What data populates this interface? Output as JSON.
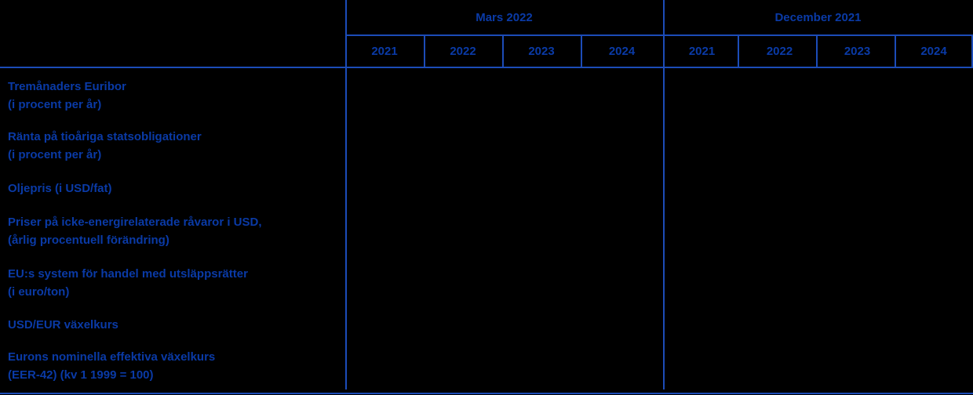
{
  "colors": {
    "background": "#000000",
    "text_blue": "#0a3aa6",
    "border_blue": "#1c4cb8"
  },
  "table": {
    "header": {
      "groups": [
        {
          "label": "Mars 2022"
        },
        {
          "label": "December 2021"
        }
      ],
      "years": [
        "2021",
        "2022",
        "2023",
        "2024",
        "2021",
        "2022",
        "2023",
        "2024"
      ]
    },
    "rows": [
      {
        "label_lines": [
          "Tremånaders Euribor",
          "(i procent per år)"
        ],
        "mars_2022": [
          "",
          "",
          "",
          ""
        ],
        "december_2021": [
          "",
          "",
          "",
          ""
        ]
      },
      {
        "label_lines": [
          "Ränta på tioåriga statsobligationer",
          "(i procent per år)"
        ],
        "mars_2022": [
          "",
          "",
          "",
          ""
        ],
        "december_2021": [
          "",
          "",
          "",
          ""
        ]
      },
      {
        "label_lines": [
          "Oljepris (i USD/fat)"
        ],
        "mars_2022": [
          "",
          "",
          "",
          ""
        ],
        "december_2021": [
          "",
          "",
          "",
          ""
        ]
      },
      {
        "label_lines": [
          "Priser på icke-energirelaterade råvaror i USD,",
          "(årlig procentuell förändring)"
        ],
        "mars_2022": [
          "",
          "",
          "",
          ""
        ],
        "december_2021": [
          "",
          "",
          "",
          ""
        ]
      },
      {
        "label_lines": [
          "EU:s system för handel med utsläppsrätter",
          "(i euro/ton)"
        ],
        "mars_2022": [
          "",
          "",
          "",
          ""
        ],
        "december_2021": [
          "",
          "",
          "",
          ""
        ]
      },
      {
        "label_lines": [
          "USD/EUR växelkurs"
        ],
        "mars_2022": [
          "",
          "",
          "",
          ""
        ],
        "december_2021": [
          "",
          "",
          "",
          ""
        ]
      },
      {
        "label_lines": [
          "Eurons nominella effektiva växelkurs",
          "(EER-42) (kv 1 1999 = 100)"
        ],
        "mars_2022": [
          "",
          "",
          "",
          ""
        ],
        "december_2021": [
          "",
          "",
          "",
          ""
        ]
      }
    ]
  }
}
